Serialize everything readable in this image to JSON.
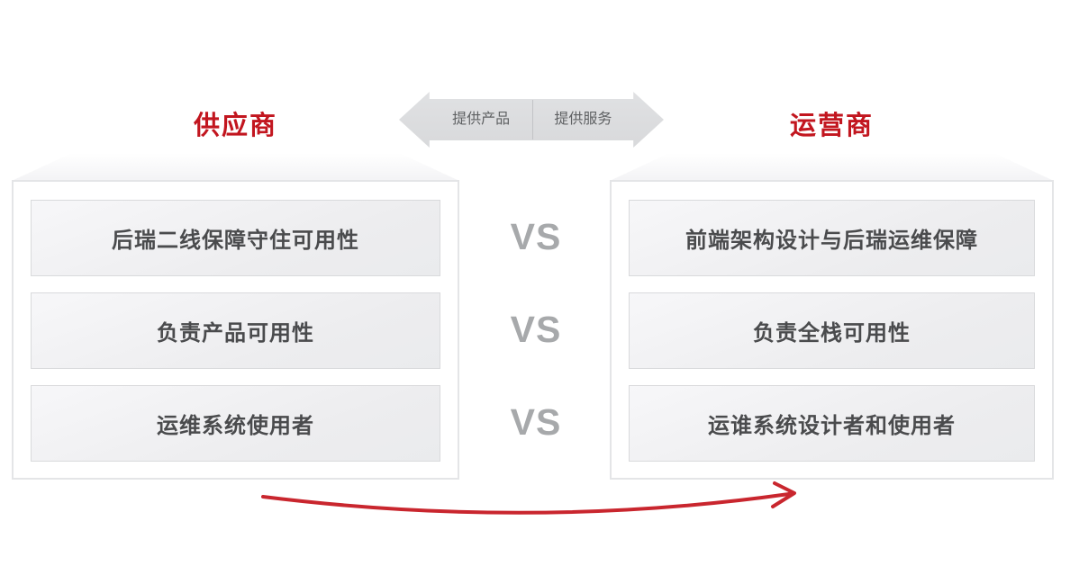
{
  "slide": {
    "background": "#ffffff"
  },
  "colors": {
    "accent_red": "#c2161f",
    "flow_arrow_red": "#c9262e",
    "vs_gray": "#a7a9ab",
    "panel_border": "#e4e5e7",
    "row_border": "#d9dadc",
    "row_text": "#4a4b4d",
    "exchange_fill": "#dcdde0",
    "exchange_text": "#5f6163"
  },
  "left_column": {
    "title": "供应商",
    "rows": [
      "后瑞二线保障守住可用性",
      "负责产品可用性",
      "运维系统使用者"
    ]
  },
  "right_column": {
    "title": "运营商",
    "rows": [
      "前端架构设计与后瑞运维保障",
      "负责全栈可用性",
      "运谁系统设计者和使用者"
    ]
  },
  "exchange_arrow": {
    "left_label": "提供产品",
    "right_label": "提供服务"
  },
  "vs_labels": [
    "VS",
    "VS",
    "VS"
  ]
}
